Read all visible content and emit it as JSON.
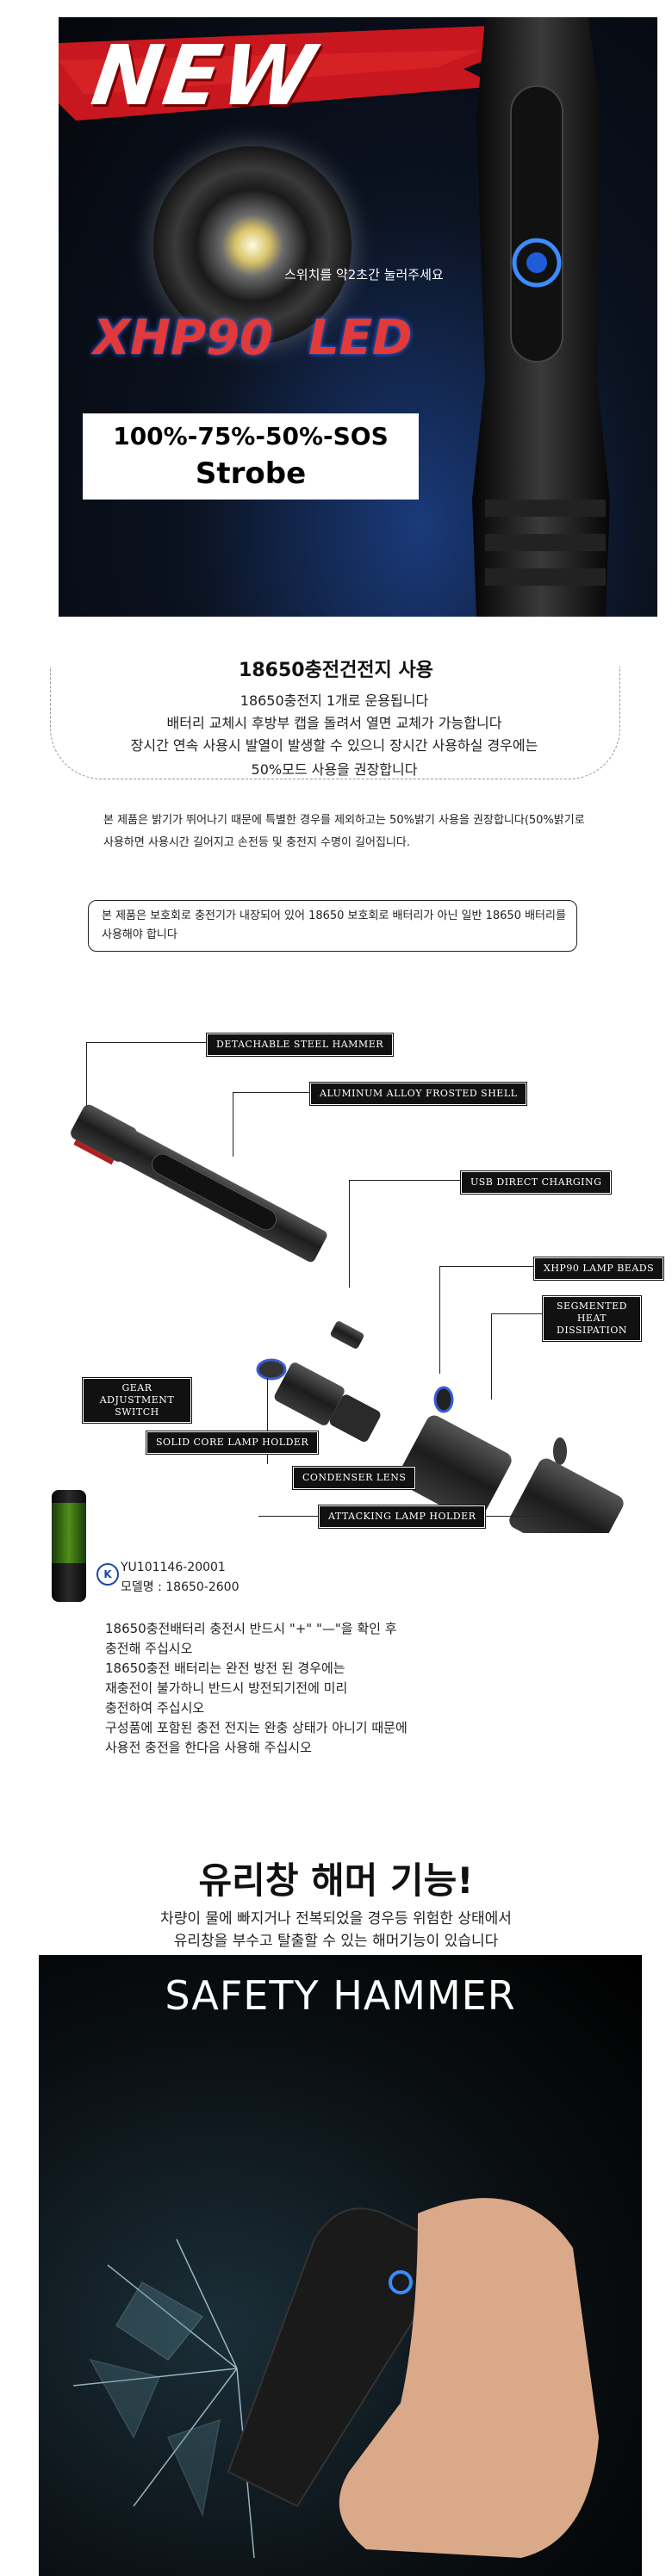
{
  "hero": {
    "badge": "NEW",
    "switch_note": "스위치를 약2초간 눌러주세요",
    "chip": "XHP90",
    "chip_type": "LED",
    "modes": "100%-75%-50%-SOS",
    "strobe": "Strobe"
  },
  "battery": {
    "title": "18650충전건전지 사용",
    "lines": [
      "18650충전지 1개로 운용됩니다",
      "배터리 교체시 후방부 캡을 돌려서 열면 교체가 가능합니다",
      "장시간 연속 사용시 발열이 발생할 수 있으니 장시간 사용하실 경우에는",
      "50%모드 사용을 권장합니다"
    ],
    "note": "본 제품은 밝기가 뛰어나기 때문에 특별한 경우를 제외하고는 50%밝기 사용을 권장합니다(50%밝기로 사용하면 사용시간 길어지고 손전등 및 충전지 수명이 길어집니다.",
    "warning": "본 제품은 보호회로 충전기가 내장되어 있어 18650 보호회로 배터리가 아닌 일반 18650 배터리를 사용해야 합니다"
  },
  "diagram": {
    "labels": {
      "hammer": "DETACHABLE STEEL HAMMER",
      "shell": "ALUMINUM ALLOY FROSTED SHELL",
      "usb": "USB DIRECT CHARGING",
      "beads": "XHP90 LAMP BEADS",
      "heat": "SEGMENTED HEAT DISSIPATION",
      "gear": "GEAR ADJUSTMENT SWITCH",
      "holder": "SOLID CORE LAMP HOLDER",
      "condenser": "CONDENSER LENS",
      "attacking": "ATTACKING LAMP HOLDER"
    }
  },
  "kc": {
    "code": "YU101146-20001",
    "model": "모델명 : 18650-2600",
    "cautions": [
      "18650충전배터리 충전시 반드시 \"+\" \"—\"을 확인 후",
      "충전해 주십시오",
      "18650충전 배터리는 완전 방전 된 경우에는",
      "재충전이 불가하니 반드시 방전되기전에 미리",
      "충전하여 주십시오",
      "구성품에 포함된 충전 전지는 완충 상태가 아니기 때문에",
      "사용전 충전을 한다음 사용해 주십시오"
    ]
  },
  "hammer": {
    "title": "유리창 해머 기능!",
    "desc": [
      "차량이 물에 빠지거나 전복되었을 경우등 위험한 상태에서",
      "유리창을 부수고 탈출할 수 있는 해머기능이 있습니다"
    ],
    "banner": "SAFETY HAMMER"
  }
}
